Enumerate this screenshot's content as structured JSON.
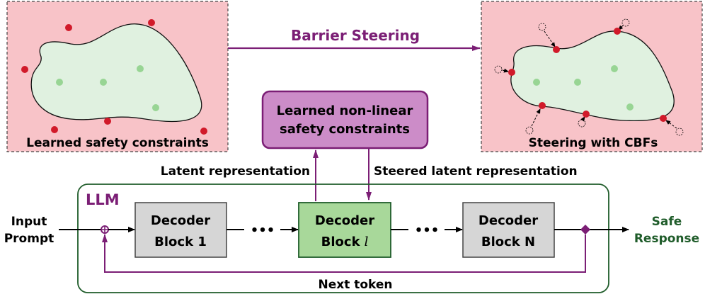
{
  "panels": {
    "left_label": "Learned safety constraints",
    "right_label": "Steering with CBFs"
  },
  "top_arrow_label": "Barrier Steering",
  "constraints_box": {
    "line1": "Learned non-linear",
    "line2": "safety constraints"
  },
  "latent_label": "Latent representation",
  "steered_label": "Steered latent representation",
  "llm_label": "LLM",
  "input_label": {
    "line1": "Input",
    "line2": "Prompt"
  },
  "output_label": {
    "line1": "Safe",
    "line2": "Response"
  },
  "blocks": [
    {
      "line1": "Decoder",
      "line2": "Block 1"
    },
    {
      "line1": "Decoder",
      "line2": "Block",
      "var": "l"
    },
    {
      "line1": "Decoder",
      "line2": "Block N"
    }
  ],
  "ellipsis": "•••",
  "next_token_label": "Next token",
  "colors": {
    "panel_bg": "#f8c3c8",
    "safe_region": "#e0f1e0",
    "safe_point": "#98d594",
    "unsafe_point": "#d11a2a",
    "purple": "#7b1e75",
    "purple_box": "#cc8cc8",
    "llm_green": "#1f5c2a",
    "decoder_gray": "#d6d6d6",
    "decoder_green": "#a8d89a"
  }
}
